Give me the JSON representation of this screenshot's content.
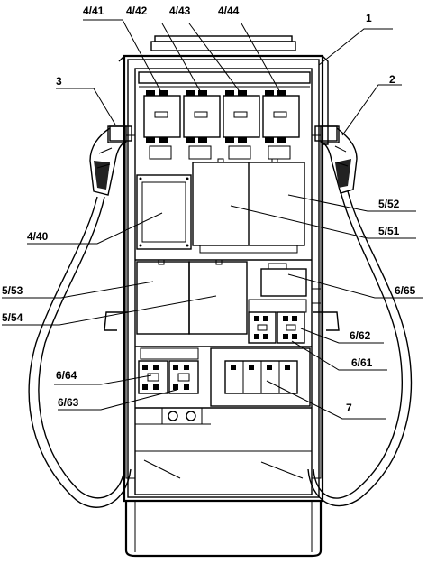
{
  "labels": {
    "l1": "1",
    "l2": "2",
    "l3": "3",
    "l4_41": "4/41",
    "l4_42": "4/42",
    "l4_43": "4/43",
    "l4_44": "4/44",
    "l4_40": "4/40",
    "l5_52": "5/52",
    "l5_51": "5/51",
    "l5_53": "5/53",
    "l5_54": "5/54",
    "l6_65": "6/65",
    "l6_62": "6/62",
    "l6_61": "6/61",
    "l6_64": "6/64",
    "l6_63": "6/63",
    "l7": "7"
  }
}
